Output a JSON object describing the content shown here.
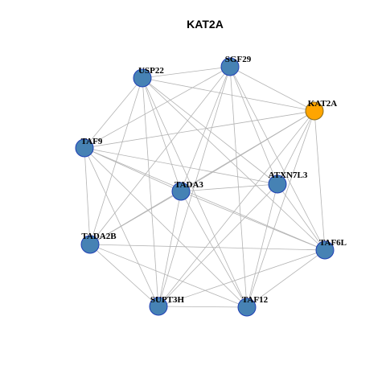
{
  "chart_data": {
    "type": "network",
    "title": "KAT2A",
    "colors": {
      "default_node_fill": "#4682b4",
      "default_node_stroke": "#1f3fb5",
      "highlight_node_fill": "#ffa500",
      "highlight_node_stroke": "#8a6a1a",
      "edge": "#b3b3b3"
    },
    "nodes": [
      {
        "id": "KAT2A",
        "label": "KAT2A",
        "highlight": true
      },
      {
        "id": "SGF29",
        "label": "SGF29",
        "highlight": false
      },
      {
        "id": "USP22",
        "label": "USP22",
        "highlight": false
      },
      {
        "id": "TAF9",
        "label": "TAF9",
        "highlight": false
      },
      {
        "id": "TADA3",
        "label": "TADA3",
        "highlight": false
      },
      {
        "id": "ATXN7L3",
        "label": "ATXN7L3",
        "highlight": false
      },
      {
        "id": "TADA2B",
        "label": "TADA2B",
        "highlight": false
      },
      {
        "id": "TAF6L",
        "label": "TAF6L",
        "highlight": false
      },
      {
        "id": "SUPT3H",
        "label": "SUPT3H",
        "highlight": false
      },
      {
        "id": "TAF12",
        "label": "TAF12",
        "highlight": false
      }
    ],
    "edges": [
      [
        "KAT2A",
        "SGF29"
      ],
      [
        "KAT2A",
        "USP22"
      ],
      [
        "KAT2A",
        "TAF9"
      ],
      [
        "KAT2A",
        "TADA3"
      ],
      [
        "KAT2A",
        "ATXN7L3"
      ],
      [
        "KAT2A",
        "TADA2B"
      ],
      [
        "KAT2A",
        "TAF6L"
      ],
      [
        "KAT2A",
        "SUPT3H"
      ],
      [
        "KAT2A",
        "TAF12"
      ],
      [
        "SGF29",
        "USP22"
      ],
      [
        "SGF29",
        "TAF9"
      ],
      [
        "SGF29",
        "TADA3"
      ],
      [
        "SGF29",
        "ATXN7L3"
      ],
      [
        "SGF29",
        "TADA2B"
      ],
      [
        "SGF29",
        "TAF6L"
      ],
      [
        "SGF29",
        "SUPT3H"
      ],
      [
        "SGF29",
        "TAF12"
      ],
      [
        "USP22",
        "TAF9"
      ],
      [
        "USP22",
        "TADA3"
      ],
      [
        "USP22",
        "ATXN7L3"
      ],
      [
        "USP22",
        "TADA2B"
      ],
      [
        "USP22",
        "TAF6L"
      ],
      [
        "USP22",
        "SUPT3H"
      ],
      [
        "USP22",
        "TAF12"
      ],
      [
        "TAF9",
        "TADA3"
      ],
      [
        "TAF9",
        "ATXN7L3"
      ],
      [
        "TAF9",
        "TADA2B"
      ],
      [
        "TAF9",
        "TAF6L"
      ],
      [
        "TAF9",
        "SUPT3H"
      ],
      [
        "TAF9",
        "TAF12"
      ],
      [
        "TADA3",
        "ATXN7L3"
      ],
      [
        "TADA3",
        "TADA2B"
      ],
      [
        "TADA3",
        "TAF6L"
      ],
      [
        "TADA3",
        "SUPT3H"
      ],
      [
        "TADA3",
        "TAF12"
      ],
      [
        "ATXN7L3",
        "TAF6L"
      ],
      [
        "ATXN7L3",
        "SUPT3H"
      ],
      [
        "ATXN7L3",
        "TAF12"
      ],
      [
        "TADA2B",
        "TAF6L"
      ],
      [
        "TADA2B",
        "SUPT3H"
      ],
      [
        "TADA2B",
        "TAF12"
      ],
      [
        "TAF6L",
        "SUPT3H"
      ],
      [
        "TAF6L",
        "TAF12"
      ],
      [
        "SUPT3H",
        "TAF12"
      ]
    ]
  }
}
